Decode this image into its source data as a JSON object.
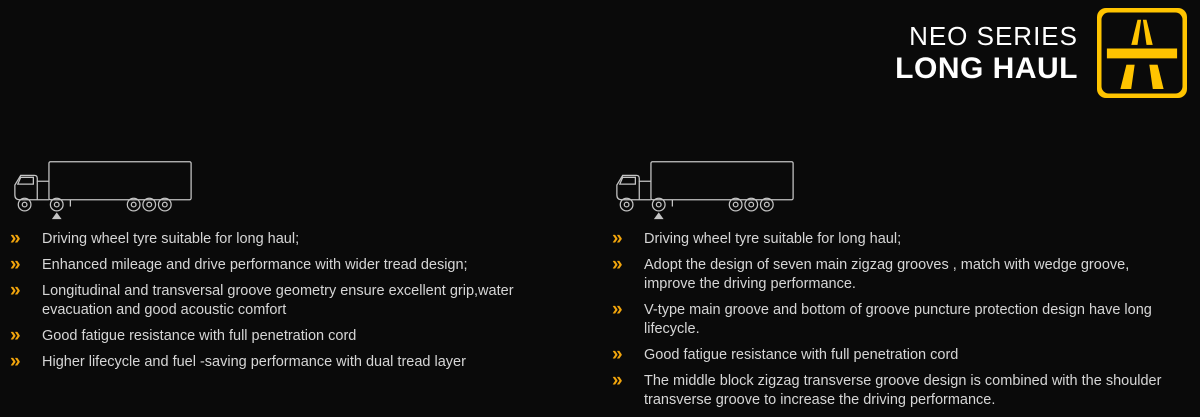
{
  "header": {
    "series": "NEO SERIES",
    "title": "LONG HAUL"
  },
  "bullet_marker": "»",
  "left": {
    "bullets": [
      "Driving wheel tyre suitable for long haul;",
      "Enhanced mileage and drive performance with wider tread design;",
      "Longitudinal and transversal groove geometry ensure excellent grip,water evacuation and good acoustic comfort",
      "Good fatigue resistance with full penetration cord",
      "Higher lifecycle and fuel -saving performance with dual tread layer"
    ]
  },
  "right": {
    "bullets": [
      "Driving wheel tyre suitable for long haul;",
      "Adopt the design of seven main zigzag grooves , match with wedge groove, improve the driving performance.",
      "V-type main groove and bottom of groove puncture protection design have long lifecycle.",
      "Good fatigue resistance with full penetration cord",
      "The middle block zigzag transverse groove design is combined with the shoulder transverse groove to increase the driving performance."
    ]
  },
  "colors": {
    "background": "#0a0a0a",
    "accent_yellow": "#f2a50c",
    "icon_yellow": "#ffc400",
    "text": "#d6d6d6",
    "heading_text": "#ffffff",
    "truck_line": "#c4c4c4"
  },
  "icons": {
    "motorway": "motorway-icon",
    "truck": "truck-outline-icon",
    "bullet": "double-chevron-icon"
  }
}
